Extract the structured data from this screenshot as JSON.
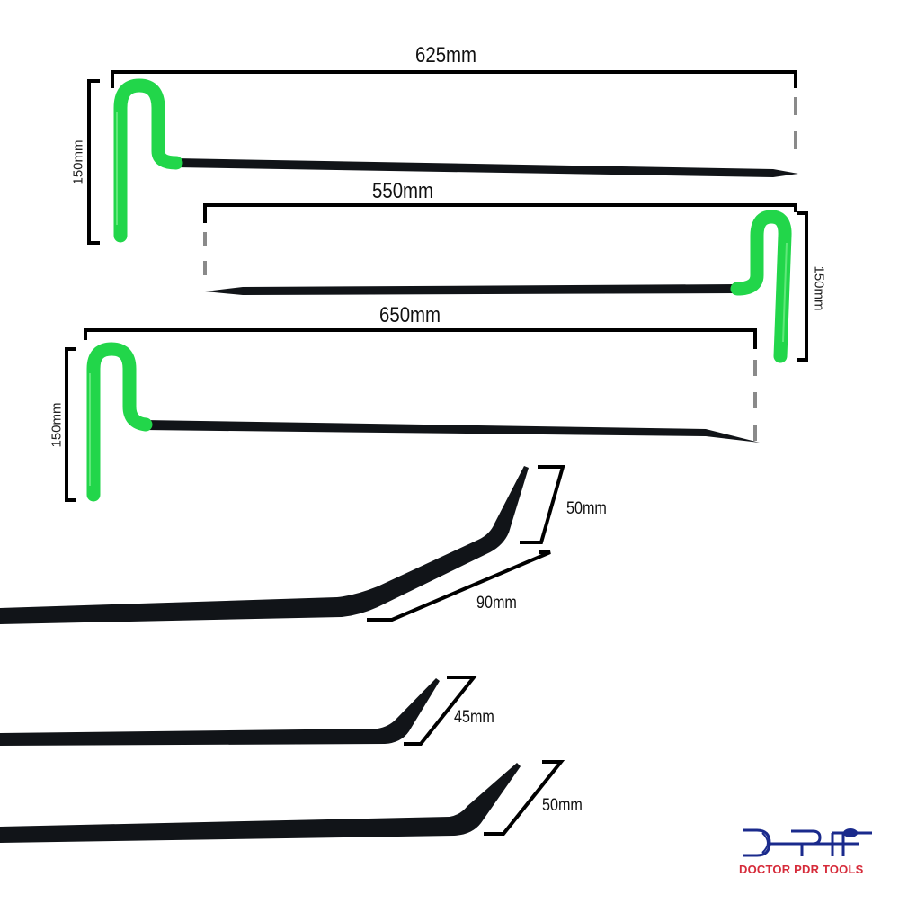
{
  "product": {
    "description": "PDR rod set with green-handled T-hooks and bent-tip rods",
    "colors": {
      "rod": "#111418",
      "handle": "#22d64a",
      "handle_highlight": "#7af08f",
      "bracket": "#000000",
      "dashed_guide": "#8a8a8a"
    }
  },
  "rods": [
    {
      "id": "rod-1",
      "length_label": "625mm",
      "handle_height_label": "150mm"
    },
    {
      "id": "rod-2",
      "length_label": "550mm",
      "handle_height_label": "150mm"
    },
    {
      "id": "rod-3",
      "length_label": "650mm",
      "handle_height_label": "150mm"
    },
    {
      "id": "tip-1",
      "segment_labels": [
        "50mm",
        "90mm"
      ]
    },
    {
      "id": "tip-2",
      "segment_labels": [
        "45mm"
      ]
    },
    {
      "id": "tip-3",
      "segment_labels": [
        "50mm"
      ]
    }
  ],
  "logo": {
    "brand_text": "DOCTOR PDR TOOLS",
    "mark_color": "#1a2a8c",
    "text_color": "#d62b3a"
  }
}
